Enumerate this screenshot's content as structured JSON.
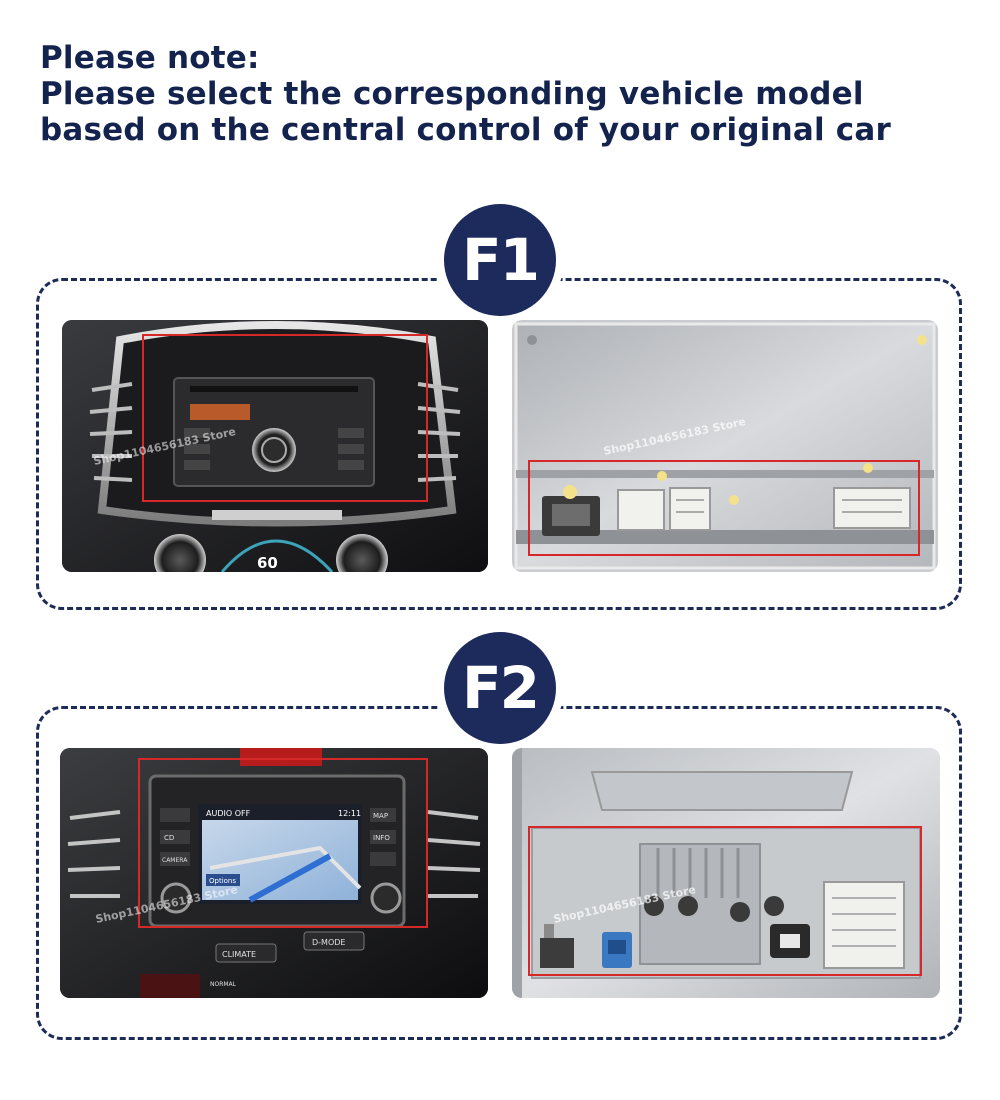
{
  "note": {
    "line1": "Please note:",
    "line2": "Please select the corresponding vehicle model",
    "line3": "based on the central control of your original car"
  },
  "sections": [
    {
      "badge": "F1",
      "dashboard_labels": {
        "speed": "60"
      },
      "watermark": "Shop1104656183 Store"
    },
    {
      "badge": "F2",
      "dashboard_labels": {
        "screen_title": "AUDIO OFF",
        "screen_time": "12:11",
        "options": "Options",
        "btn_cd": "CD",
        "btn_map": "MAP",
        "btn_info": "INFO",
        "btn_camera": "CAMERA",
        "btn_climate": "CLIMATE",
        "btn_dmode": "D-MODE",
        "btn_normal": "NORMAL"
      },
      "watermark": "Shop1104656183 Store"
    }
  ],
  "colors": {
    "navy": "#1c2a5c",
    "highlight": "#d62828"
  }
}
